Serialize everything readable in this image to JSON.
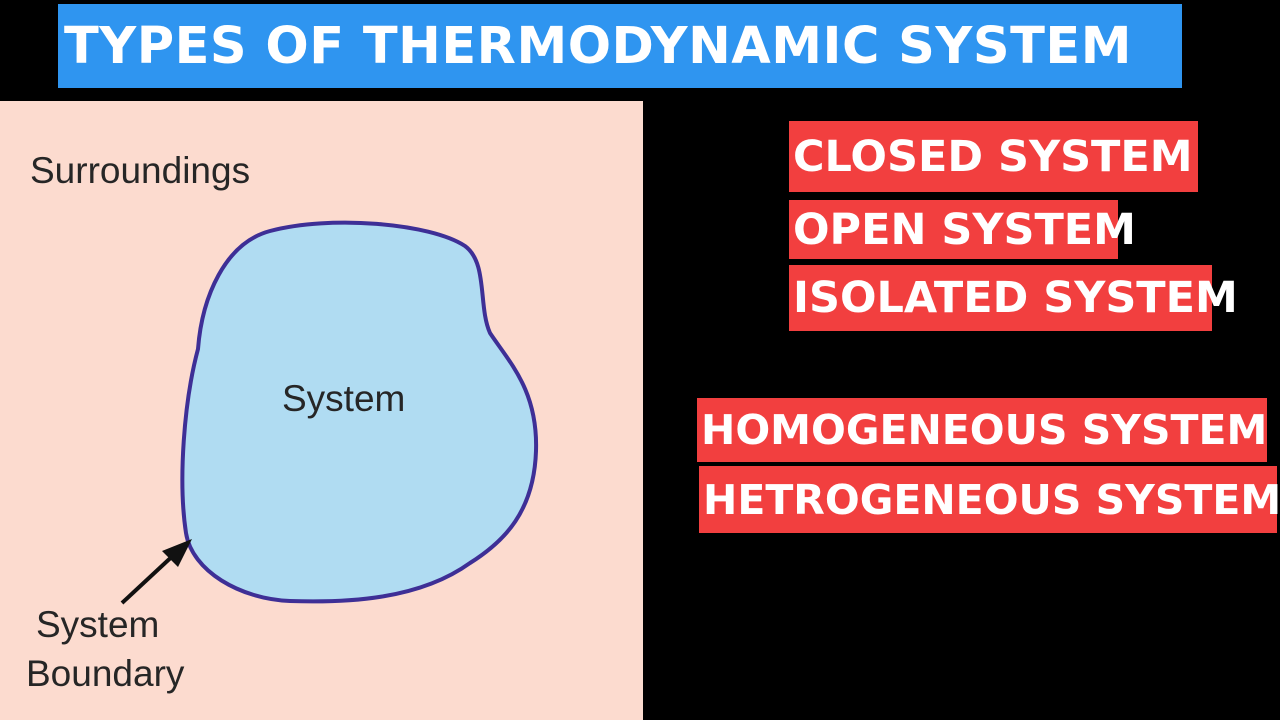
{
  "title": "TYPES OF THERMODYNAMIC SYSTEM",
  "diagram": {
    "surroundings_label": "Surroundings",
    "system_label": "System",
    "boundary_label_line1": "System",
    "boundary_label_line2": "Boundary"
  },
  "system_types": {
    "closed": "CLOSED SYSTEM",
    "open": "OPEN SYSTEM",
    "isolated": "ISOLATED SYSTEM",
    "homogeneous": "HOMOGENEOUS SYSTEM",
    "heterogeneous": "HETROGENEOUS SYSTEM"
  },
  "colors": {
    "title_banner": "#2f95f0",
    "diagram_background": "#fcdbcf",
    "system_fill": "#b0dcf2",
    "system_boundary": "#3e2f96",
    "tag_background": "#f23f3f",
    "page_background": "#000000"
  }
}
